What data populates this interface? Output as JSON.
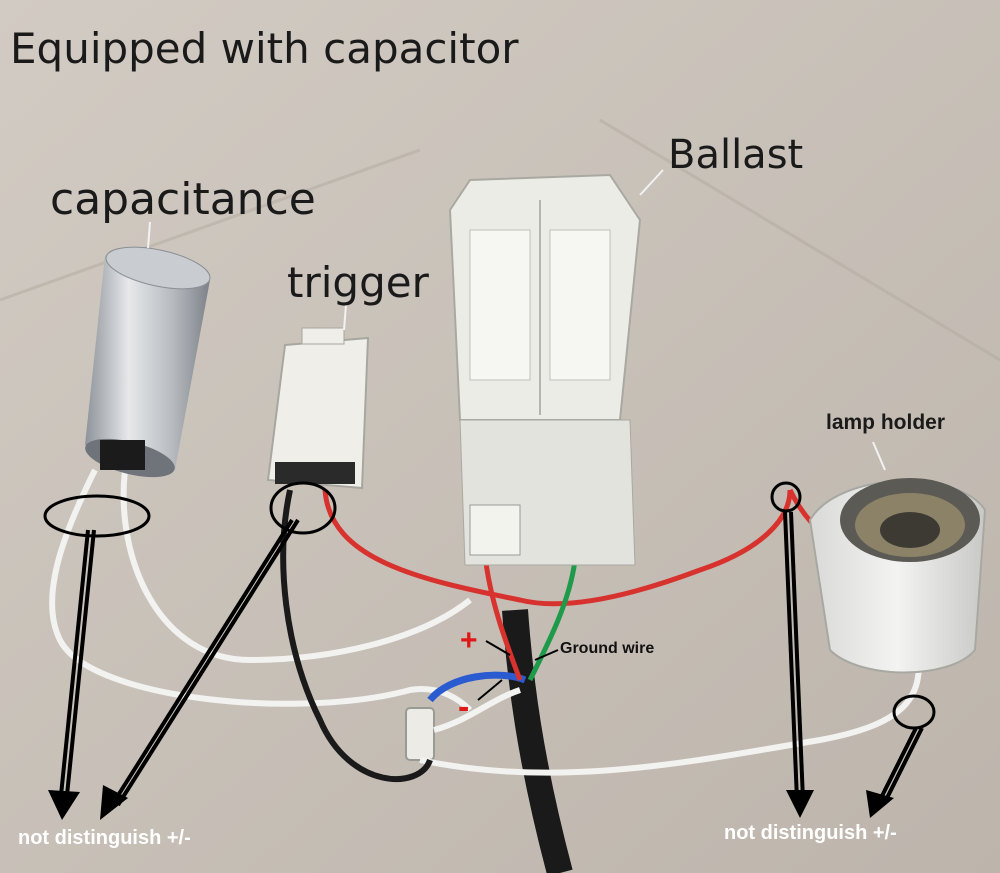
{
  "labels": {
    "title": "Equipped with capacitor",
    "ballast": "Ballast",
    "capacitance": "capacitance",
    "trigger": "trigger",
    "lamp_holder": "lamp holder",
    "ground_wire": "Ground wire",
    "plus": "+",
    "minus": "-",
    "not_distinguish_left": "not distinguish +/-",
    "not_distinguish_right": "not distinguish +/-"
  },
  "colors": {
    "background": "#c9c2ba",
    "annotation_red": "#e01818",
    "wire_red": "#d8322e",
    "wire_green": "#1e9a4a",
    "wire_white": "#f2f2f0",
    "wire_black": "#1a1a1a",
    "wire_blue": "#2a5bd0"
  }
}
